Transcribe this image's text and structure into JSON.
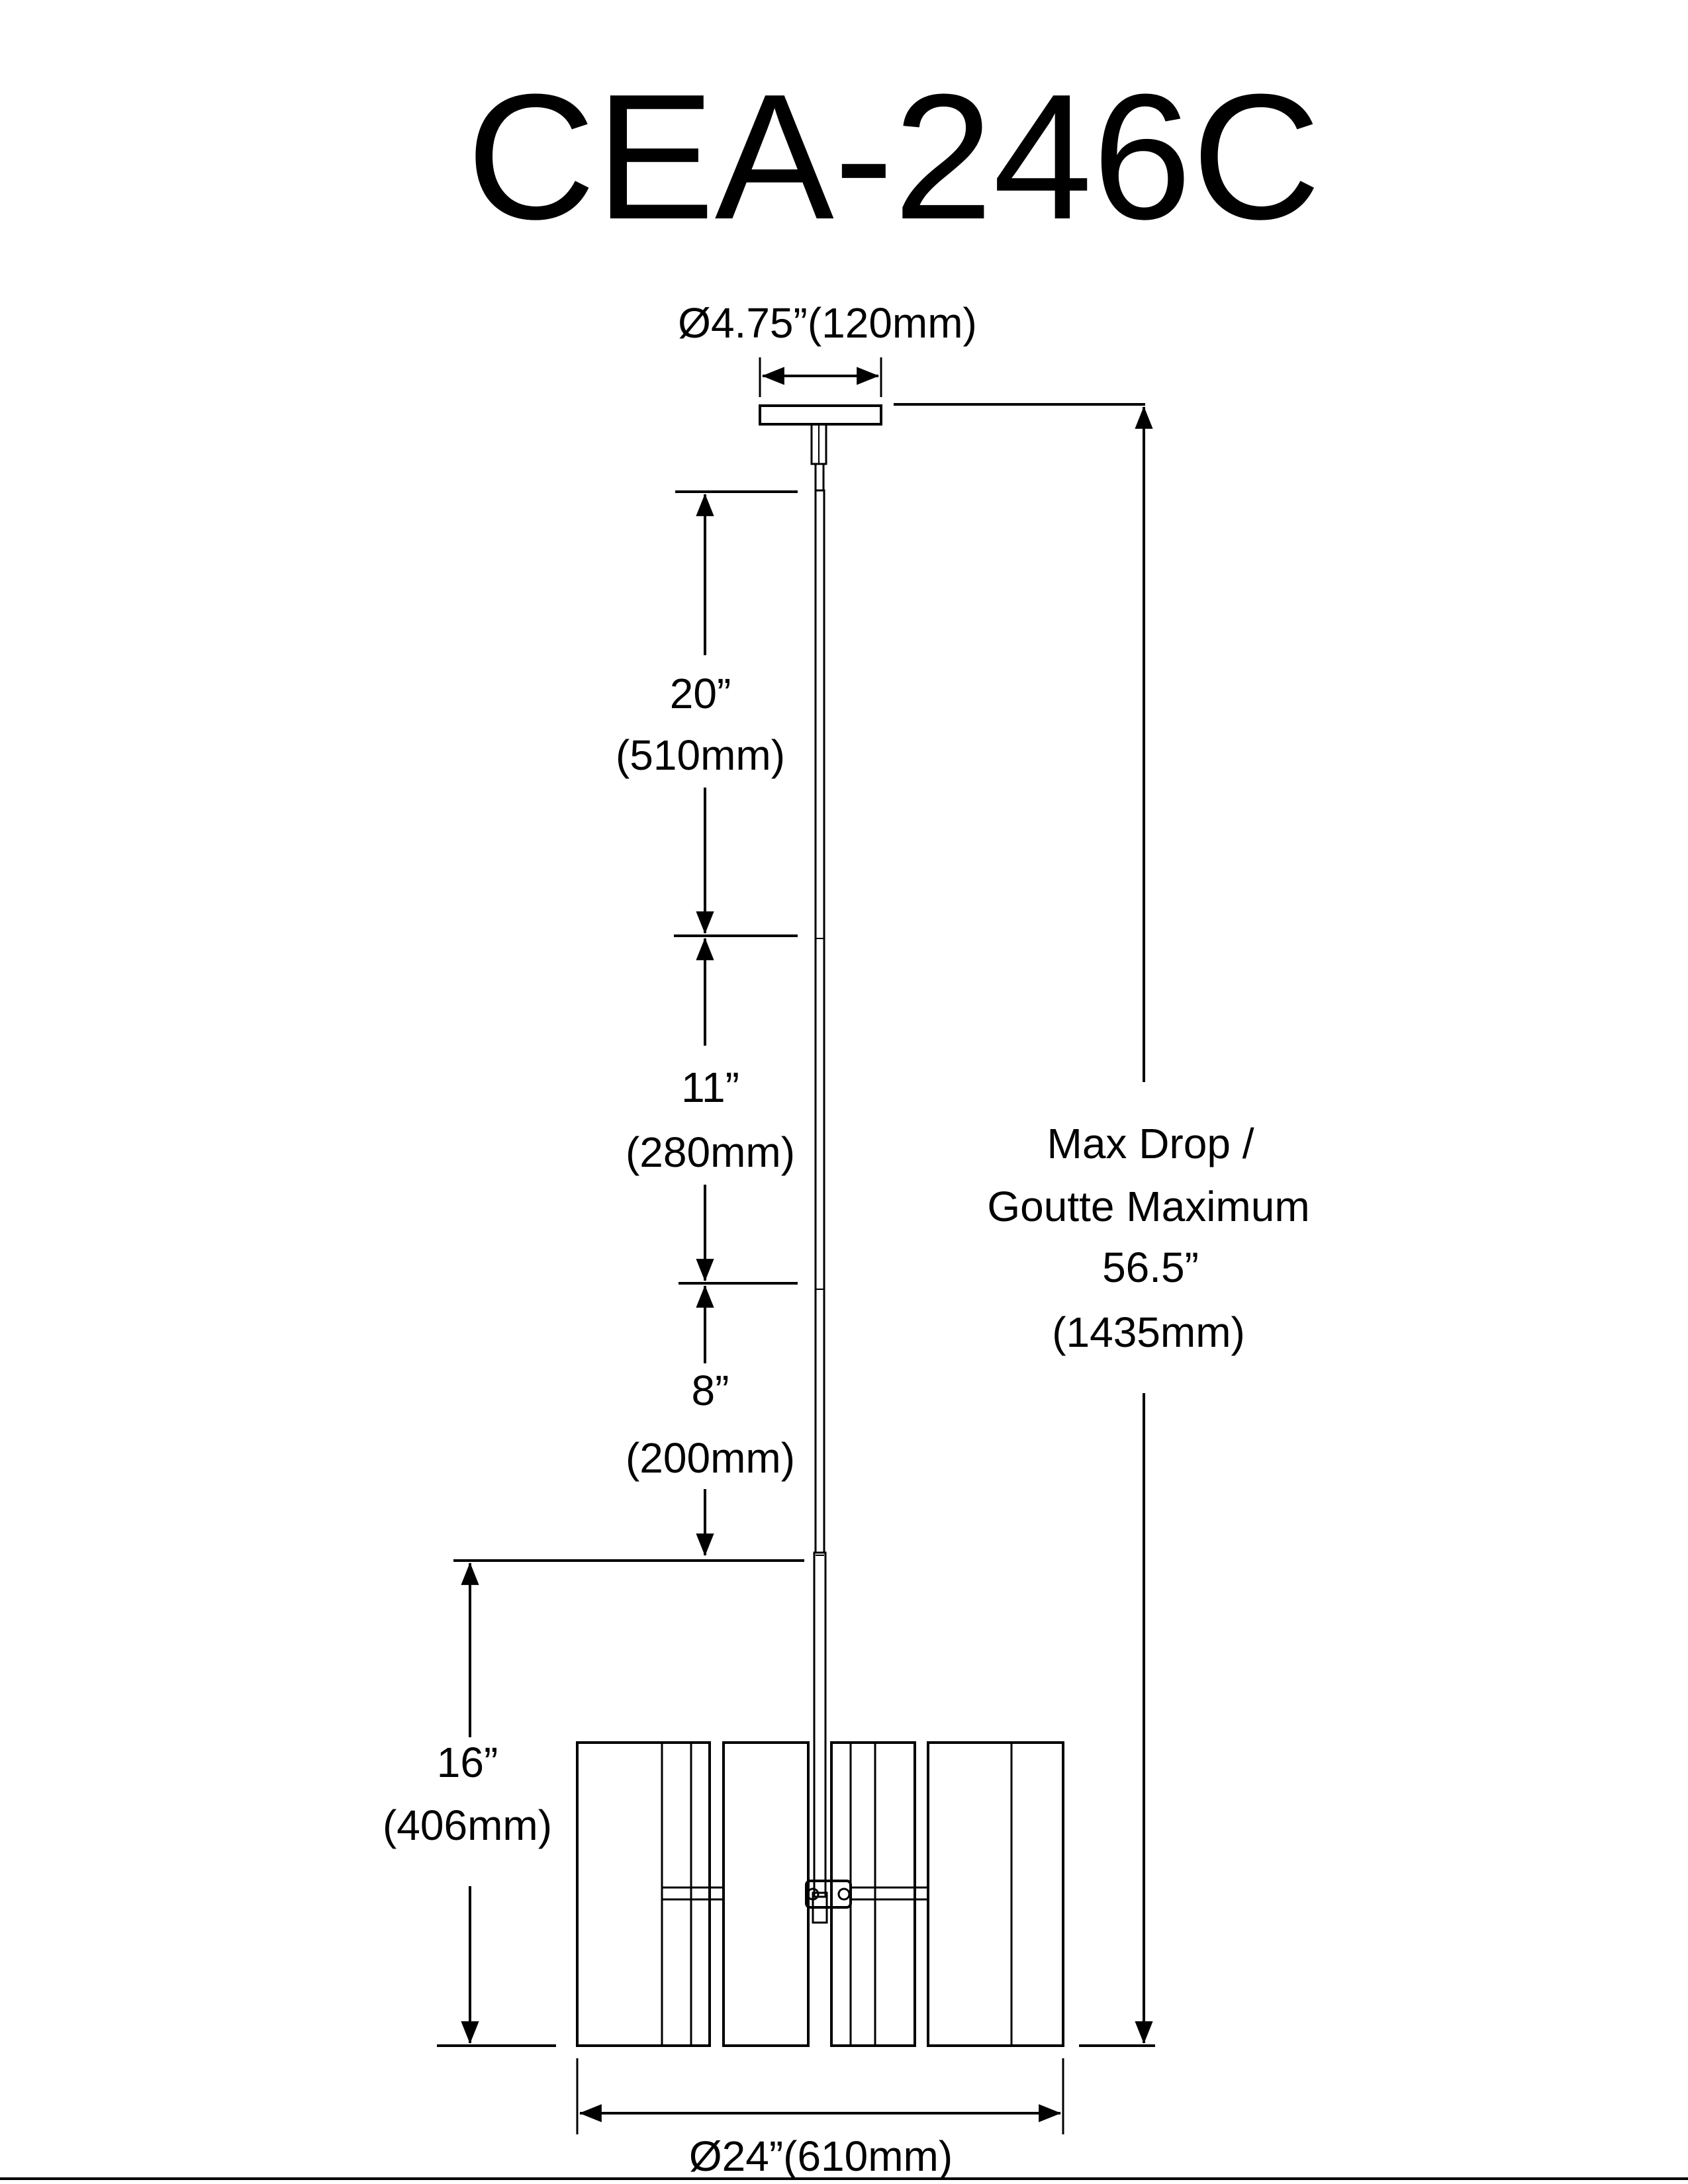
{
  "title": "CEA-246C",
  "dimensions": {
    "canopy_diameter": "Ø4.75”(120mm)",
    "rod_1": {
      "inches": "20”",
      "mm": "(510mm)"
    },
    "rod_2": {
      "inches": "11”",
      "mm": "(280mm)"
    },
    "rod_3": {
      "inches": "8”",
      "mm": "(200mm)"
    },
    "fixture_height": {
      "inches": "16”",
      "mm": "(406mm)"
    },
    "fixture_diameter": "Ø24”(610mm)",
    "max_drop": {
      "line1": "Max Drop /",
      "line2": "Goutte Maximum",
      "inches": "56.5”",
      "mm": "(1435mm)"
    }
  },
  "colors": {
    "line": "#000000",
    "background": "#ffffff"
  }
}
